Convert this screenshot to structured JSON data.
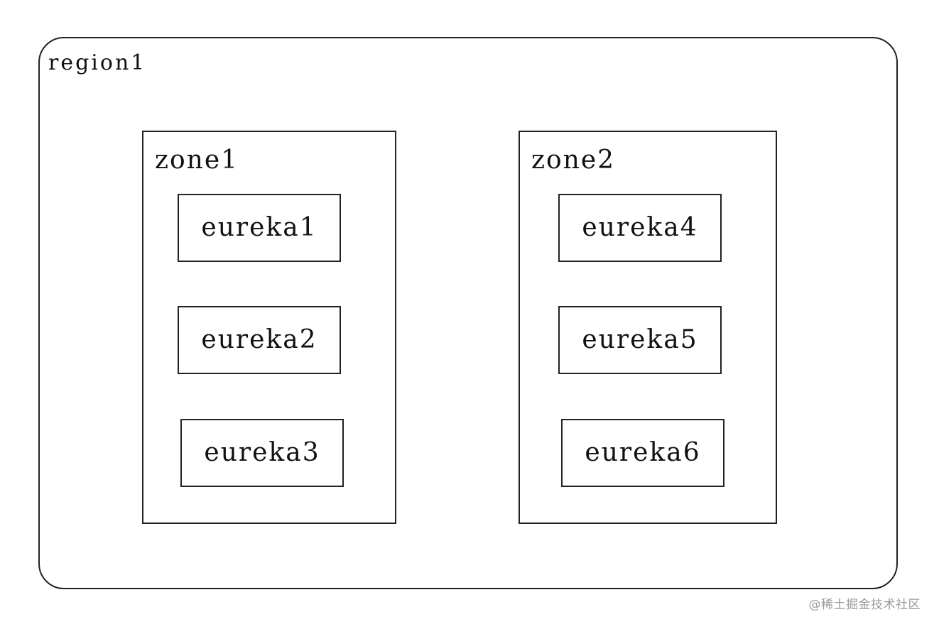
{
  "diagram": {
    "region": {
      "label": "region1"
    },
    "zones": [
      {
        "label": "zone1",
        "nodes": [
          "eureka1",
          "eureka2",
          "eureka3"
        ]
      },
      {
        "label": "zone2",
        "nodes": [
          "eureka4",
          "eureka5",
          "eureka6"
        ]
      }
    ]
  },
  "watermark": "@稀土掘金技术社区"
}
